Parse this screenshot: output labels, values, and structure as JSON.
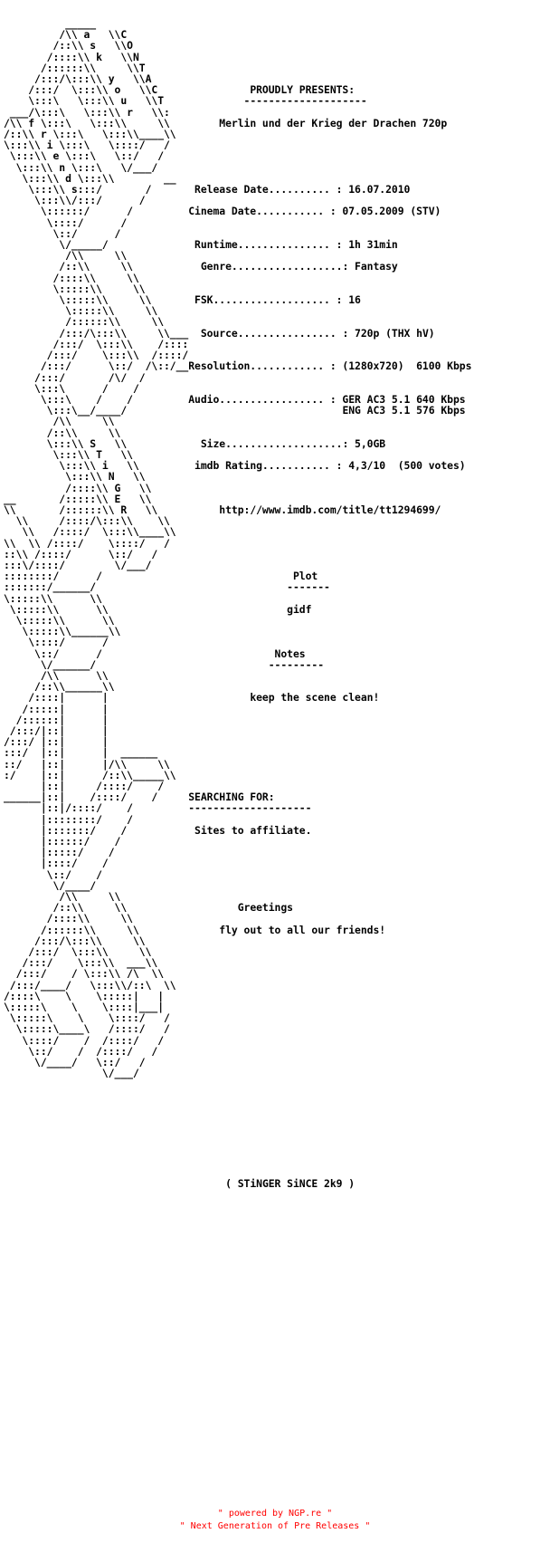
{
  "nfo_text": "          _____\n         /\\\\ a   \\\\C\n        /::\\\\ s   \\\\O\n       /::::\\\\ k   \\\\N\n      /::::::\\\\     \\\\T\n     /:::/\\:::\\\\ y   \\\\A\n    /:::/  \\:::\\\\ o   \\\\C                PROUDLY PRESENTS:\n    \\:::\\   \\:::\\\\ u   \\\\T              --------------------\n ___/\\:::\\   \\:::\\\\ r   \\\\:\n/\\\\ f \\:::\\   \\:::\\\\     \\\\           Merlin und der Krieg der Drachen 720p\n/::\\\\ r \\:::\\   \\:::\\\\____\\\\\n\\:::\\\\ i \\:::\\   \\::::/   /\n \\:::\\\\ e \\:::\\   \\::/   /\n  \\:::\\\\ n \\:::\\   \\/___/\n   \\:::\\\\ d \\:::\\\\        __\n    \\:::\\\\ s:::/       /            Release Date.......... : 16.07.2010\n     \\:::\\\\/:::/      /\n      \\::::::/      /              Cinema Date........... : 07.05.2009 (STV)\n       \\::::/      /\n        \\::/      /\n         \\/_____/                   Runtime............... : 1h 31min\n          /\\\\     \\\\\n         /::\\\\     \\\\                 Genre..................: Fantasy\n        /::::\\\\     \\\\\n        \\:::::\\\\     \\\\\n         \\:::::\\\\     \\\\              FSK................... : 16\n          \\:::::\\\\     \\\\\n          /::::::\\\\     \\\\\n         /:::/\\:::\\\\     \\\\____\\\\       Source................ : 720p (THX hV)\n        /:::/  \\:::\\\\    /::::/  /\n       /:::/    \\:::\\\\  /::::/  /\n      /:::/      \\::/  /\\::/___/     Resolution............ : (1280x720)  6100 Kbps\n     /:::/       /\\/  /\n     \\:::\\      /    /\n      \\:::\\    /    /                 Audio................. : GER AC3 5.1 640 Kbps\n       \\:::\\__/____/                                             ENG AC3 5.1 576 Kbps\n        /\\\\     \\\\\n       /::\\\\     \\\\\n       \\:::\\\\ S   \\\\                     Size...................: 5,0GB\n        \\:::\\\\ T   \\\\\n         \\:::\\\\ i   \\\\                  imdb Rating........... : 4,3/10  (500 votes)\n          \\:::\\\\ N   \\\\\n          /::::\\\\ G   \\\\\n__       /:::::\\\\ E   \\\\\n\\\\       /::::::\\\\ R   \\\\\n  \\\\     /::::/\\:::\\\\    \\\\                  http://www.imdb.com/title/tt1294699/\n   \\\\   /::::/  \\:::\\\\____\\\\\n\\\\  \\\\ /::::/    \\::::/   /\n::\\\\ /::::/      \\::/   /\n:::\\/::::/        \\/___/\n::::::::/      /\n:::::::/______/\n\\:::::\\\\      \\\\\n \\:::::\\\\      \\\\\n  \\:::::\\\\      \\\\\n   \\:::::\\\\______\\\\\n    \\::::/      /\n     \\::/      /\n      \\/______/\n      /\\\\      \\\\\n     /::\\\\______\\\\\n    /::::|      |\n   /:::::|      |\n  /::::::|      |\n /:::/|::|      |\n/:::/ |::|      |\n:::/  |::|      |  ______\n::/   |::|      |/\\\\     \\\\\n:/    |::|      /::\\\\_____\\\\\n      |::|     /::::/    /\n______|::|    /::::/    /\n      |::|/::::/    /\n      |::::::::/    /\n      |:::::::/    /\n      |::::::/    /\n      |:::::/    /\n      |::::/    /\n       \\::/    /\n        \\/____/\n         /\\\\     \\\\\n        /::\\\\     \\\\\n       /::::\\\\     \\\\\n      /::::::\\\\     \\\\\n     /:::/\\:::\\\\     \\\\\n    /:::/  \\:::\\\\     \\\\\n   /:::/    \\:::\\\\  ___\\\\\n  /:::/    / \\:::\\\\ /\\  \\\\\n /:::/____/   \\:::\\\\/::\\  \\\\\n/::::\\    \\    \\:::::|   |\n\\:::::\\    \\    \\::::|___|\n \\:::::\\    \\    \\::::/   /\n  \\:::::\\____\\   /::::/   /\n   \\::::/    /  /::::/   /\n    \\::/    /  /::::/   /\n     \\/____/   \\::/   /\n                \\/___/",
  "blocks": {
    "proudly": "PROUDLY PRESENTS:",
    "title": "Merlin und der Krieg der Drachen 720p",
    "release_date": "Release Date.......... : 16.07.2010",
    "cinema_date": "Cinema Date........... : 07.05.2009 (STV)",
    "runtime": "Runtime............... : 1h 31min",
    "genre": "Genre..................: Fantasy",
    "fsk": "FSK................... : 16",
    "source": "Source................ : 720p (THX hV)",
    "resolution": "Resolution............ : (1280x720)  6100 Kbps",
    "audio_1": "Audio................. : GER AC3 5.1 640 Kbps",
    "audio_2": "ENG AC3 5.1 576 Kbps",
    "size": "Size...................: 5,0GB",
    "imdb_rating": "imdb Rating........... : 4,3/10  (500 votes)",
    "imdb_url": "http://www.imdb.com/title/tt1294699/",
    "plot_heading": "Plot",
    "plot_text": "gidf",
    "notes_heading": "Notes",
    "notes_text": "keep the scene clean!",
    "searching_heading": "SEARCHING FOR:",
    "searching_text": "Sites to affiliate.",
    "greetings_heading": "Greetings",
    "greetings_text": "fly out to all our friends!",
    "signature": "( STiNGER SiNCE 2k9 )"
  },
  "footer": {
    "line1": "\" powered by NGP.re \"",
    "line2": "\" Next Generation of Pre Releases \""
  },
  "colors": {
    "text": "#000000",
    "footer": "#ff0000",
    "background": "#ffffff"
  }
}
